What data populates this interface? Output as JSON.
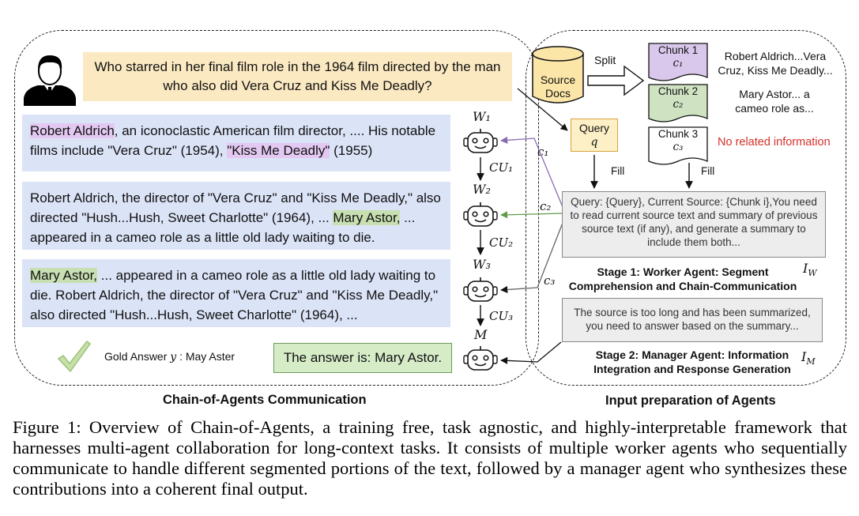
{
  "question": "Who starred in her final film role in the 1964 film directed by the man who also did Vera Cruz and Kiss Me Deadly?",
  "panels": {
    "p1": {
      "hl1": "Robert Aldrich",
      "t1": ", an iconoclastic American film director, .... His notable films include \"Vera Cruz\" (1954), ",
      "hl2": "\"Kiss Me Deadly\"",
      "t2": " (1955)"
    },
    "p2": {
      "t1": "Robert Aldrich, the director of \"Vera Cruz\" and \"Kiss Me Deadly,\" also directed \"Hush...Hush, Sweet Charlotte\" (1964), ... ",
      "hl1": "Mary Astor,",
      "t2": " ... appeared in a cameo role as a little old lady waiting to die."
    },
    "p3": {
      "hl1": "Mary Astor,",
      "t1": " ... appeared in a cameo role as a little old lady waiting to die. Robert Aldrich, the director of \"Vera Cruz\" and \"Kiss Me Deadly,\" also directed \"Hush...Hush, Sweet Charlotte\" (1964), ..."
    }
  },
  "gold_answer": {
    "prefix": "Gold Answer",
    "var": "y",
    "suffix": ": May Aster"
  },
  "final_answer": "The answer is: Mary Astor.",
  "agents": {
    "w1": "W₁",
    "w2": "W₂",
    "w3": "W₃",
    "m": "M",
    "cu1": "CU₁",
    "cu2": "CU₂",
    "cu3": "CU₃",
    "c1": "c₁",
    "c2": "c₂",
    "c3": "c₃"
  },
  "source_docs": {
    "line1": "Source",
    "line2": "Docs"
  },
  "split_label": "Split",
  "fill_label": "Fill",
  "fill_label2": "Fill",
  "chunks": [
    {
      "title": "Chunk 1",
      "var": "c₁",
      "desc": "Robert Aldrich...Vera Cruz, Kiss Me Deadly...",
      "color": "#d9c8ec"
    },
    {
      "title": "Chunk 2",
      "var": "c₂",
      "desc": "Mary Astor... a cameo role as...",
      "color": "#cfe3c2"
    },
    {
      "title": "Chunk 3",
      "var": "c₃",
      "desc": "No related information",
      "color": "#ffffff"
    }
  ],
  "query": {
    "label": "Query",
    "var": "q"
  },
  "worker_prompt": "Query: {Query}, Current Source: {Chunk i},You need to read current source text and summary of previous source text (if any), and generate a summary to include them both...",
  "stage1": {
    "line1": "Stage 1: Worker Agent: Segment",
    "line2": "Comprehension and Chain-Communication",
    "var": "I_W"
  },
  "manager_prompt": "The source is too long and has been summarized, you need to answer based on the summary...",
  "stage2": {
    "line1": "Stage 2: Manager Agent: Information",
    "line2": "Integration and Response Generation",
    "var": "I_M"
  },
  "left_title": "Chain-of-Agents Communication",
  "right_title": "Input preparation of Agents",
  "caption": "Figure 1: Overview of Chain-of-Agents, a training free, task agnostic, and highly-interpretable framework that harnesses multi-agent collaboration for long-context tasks. It consists of multiple worker agents who sequentially communicate to handle different segmented portions of the text, followed by a manager agent who synthesizes these contributions into a coherent final output."
}
